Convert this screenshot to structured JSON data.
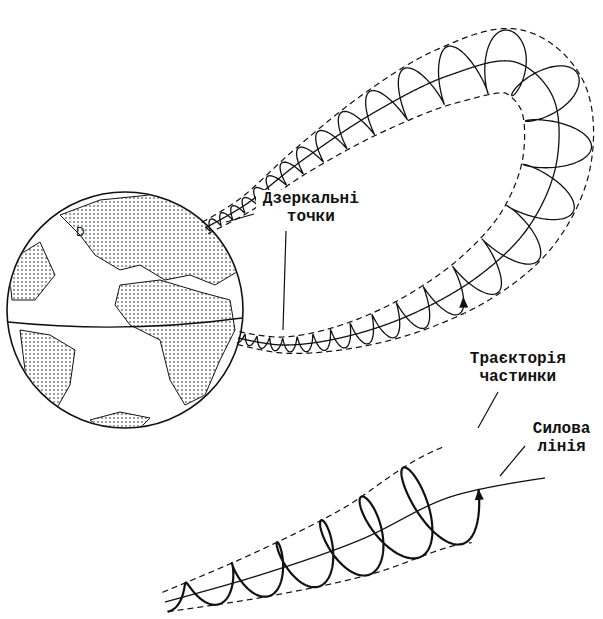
{
  "diagram": {
    "labels": [
      "D",
      "Дзеркальні точки",
      "Траєкторія частинки",
      "Силова лінія"
    ]
  }
}
